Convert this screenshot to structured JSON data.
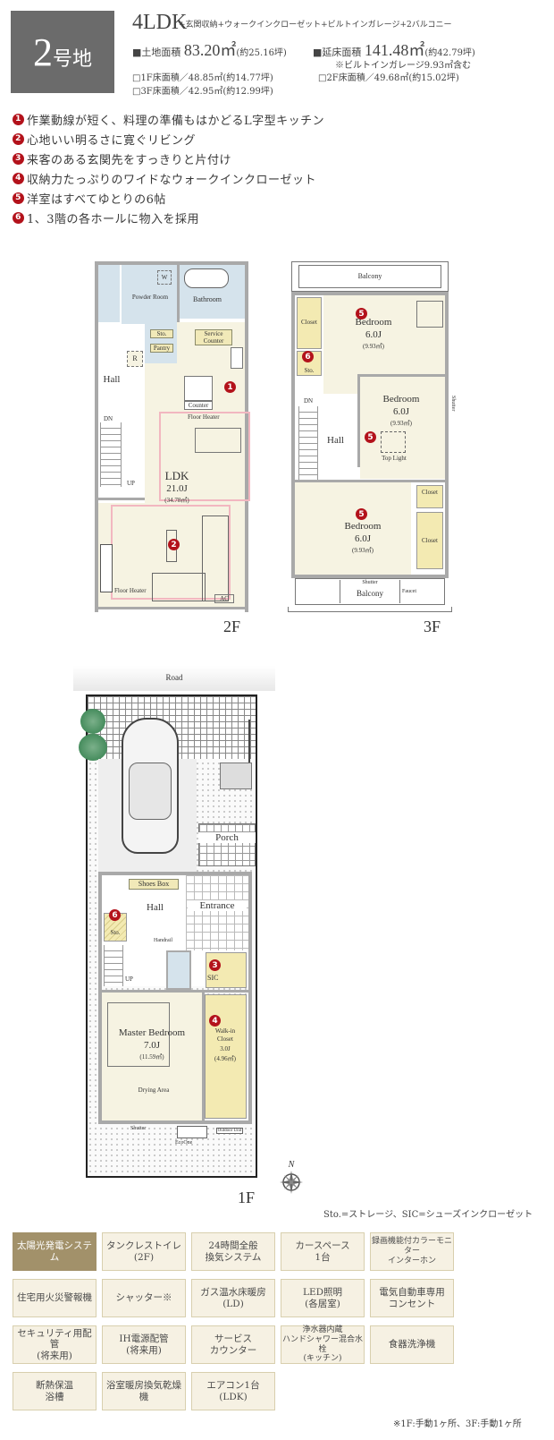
{
  "header": {
    "lot_number": "2",
    "lot_suffix": "号地",
    "layout_type": "4LDK",
    "layout_extra": "+玄関収納+ウォークインクローゼット+ビルトインガレージ+2バルコニー",
    "land_area": {
      "label": "■土地面積",
      "value": "83.20㎡",
      "tsubo": "(約25.16坪)"
    },
    "total_floor_area": {
      "label": "■延床面積",
      "value": "141.48㎡",
      "tsubo": "(約42.79坪)",
      "note": "※ビルトインガレージ9.93㎡含む"
    },
    "floor_areas": [
      {
        "label": "□1F床面積／48.85㎡(約14.77坪)"
      },
      {
        "label": "□2F床面積／49.68㎡(約15.02坪)"
      },
      {
        "label": "□3F床面積／42.95㎡(約12.99坪)"
      }
    ]
  },
  "features": [
    {
      "num": "1",
      "text": "作業動線が短く、料理の準備もはかどるL字型キッチン"
    },
    {
      "num": "2",
      "text": "心地いい明るさに寛ぐリビング"
    },
    {
      "num": "3",
      "text": "来客のある玄関先をすっきりと片付け"
    },
    {
      "num": "4",
      "text": "収納力たっぷりのワイドなウォークインクローゼット"
    },
    {
      "num": "5",
      "text": "洋室はすべてゆとりの6帖"
    },
    {
      "num": "6",
      "text": "1、3階の各ホールに物入を採用"
    }
  ],
  "floor_2f": {
    "label": "2F",
    "rooms": {
      "powder_room": "Powder Room",
      "washer": "W",
      "bathroom": "Bathroom",
      "sto": "Sto.",
      "pantry": "Pantry",
      "service_counter": "Service\nCounter",
      "hall": "Hall",
      "fridge": "R",
      "counter": "Counter",
      "floor_heater_1": "Floor Heater",
      "floor_heater_2": "Floor Heater",
      "ldk": "LDK",
      "ldk_size": "21.0J",
      "ldk_area": "(34.78㎡)",
      "dn": "DN",
      "up": "UP",
      "ac": "AC"
    }
  },
  "floor_3f": {
    "label": "3F",
    "rooms": {
      "balcony_top": "Balcony",
      "closet_1": "Closet",
      "sto": "Sto.",
      "bedroom_1": "Bedroom",
      "bedroom_1_size": "6.0J",
      "bedroom_1_area": "(9.93㎡)",
      "bedroom_2": "Bedroom",
      "bedroom_2_size": "6.0J",
      "bedroom_2_area": "(9.93㎡)",
      "top_light": "Top Light",
      "shutter_side": "Shutter",
      "hall": "Hall",
      "dn": "DN",
      "closet_2": "Closet",
      "closet_3": "Closet",
      "bedroom_3": "Bedroom",
      "bedroom_3_size": "6.0J",
      "bedroom_3_area": "(9.93㎡)",
      "shutter_bottom": "Shutter",
      "balcony_bottom": "Balcony",
      "faucet": "Faucet"
    }
  },
  "floor_1f": {
    "label": "1F",
    "rooms": {
      "road": "Road",
      "porch": "Porch",
      "shoes_box": "Shoes Box",
      "hall": "Hall",
      "entrance": "Entrance",
      "sto": "Sto.",
      "handrail": "Handrail",
      "sic": "SIC",
      "up": "UP",
      "master_bedroom": "Master Bedroom",
      "master_size": "7.0J",
      "master_area": "(11.59㎡)",
      "wic": "Walk-in\nCloset",
      "wic_size": "3.0J",
      "wic_area": "(4.96㎡)",
      "drying_area": "Drying Area",
      "shutter": "Shutter",
      "ecoone": "EcoOne",
      "outdoor_unit": "Outdoor Unit"
    }
  },
  "compass": {
    "north": "N"
  },
  "legend_note": "Sto.=ストレージ、SIC=シューズインクローゼット",
  "equipment": [
    {
      "text": "太陽光発電システム",
      "highlight": true
    },
    {
      "text": "タンクレストイレ\n(2F)"
    },
    {
      "text": "24時間全般\n換気システム"
    },
    {
      "text": "カースペース\n1台"
    },
    {
      "text": "録画機能付カラーモニター\nインターホン"
    },
    {
      "text": "住宅用火災警報機"
    },
    {
      "text": "シャッター※"
    },
    {
      "text": "ガス温水床暖房\n(LD)"
    },
    {
      "text": "LED照明\n(各居室)"
    },
    {
      "text": "電気自動車専用\nコンセント"
    },
    {
      "text": "セキュリティ用配管\n(将来用)"
    },
    {
      "text": "IH電源配管\n(将来用)"
    },
    {
      "text": "サービス\nカウンター"
    },
    {
      "text": "浄水器内蔵\nハンドシャワー混合水栓\n(キッチン)"
    },
    {
      "text": "食器洗浄機"
    },
    {
      "text": "断熱保温\n浴槽"
    },
    {
      "text": "浴室暖房換気乾燥機"
    },
    {
      "text": "エアコン1台\n(LDK)"
    }
  ],
  "footnote": "※1F:手動1ヶ所、3F:手動1ヶ所",
  "colors": {
    "badge_red": "#b3121b",
    "lot_badge": "#6b6b6b",
    "highlight_tile": "#a2916a",
    "tile_bg": "#f6f1e3",
    "room_cream": "#f6f3e2",
    "wet_blue": "#d5e3ec",
    "closet_yellow": "#f3eab2",
    "floor_heater_pink": "#f2b7c0"
  }
}
